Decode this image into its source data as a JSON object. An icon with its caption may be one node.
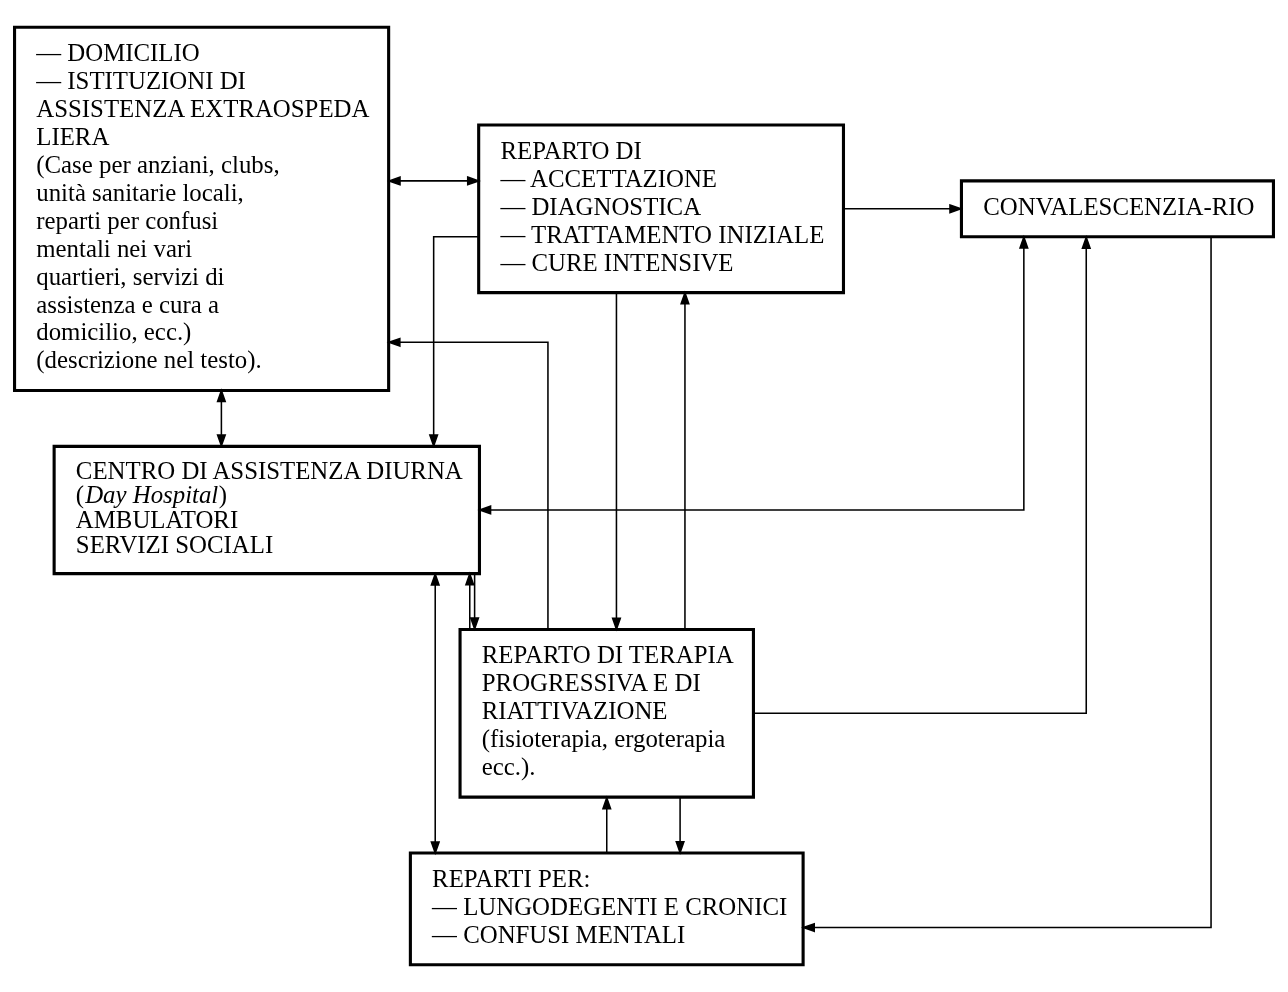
{
  "diagram": {
    "nodes": [
      {
        "text": [
          "— DOMICILIO",
          "— ISTITUZIONI DI ASSISTENZA EXTRAOSPEDA LIERA",
          "(Case per anziani, clubs, unità sanitarie locali, reparti per confusi mentali nei vari quartieri, servizi di assistenza e cura a domicilio, ecc.) (descrizione nel testo)."
        ]
      },
      {
        "text": [
          "REPARTO DI",
          "— ACCETTAZIONE",
          "— DIAGNOSTICA",
          "— TRATTAMENTO INIZIALE",
          "— CURE INTENSIVE"
        ]
      },
      {
        "text": [
          "CONVALESCENZIA-RIO"
        ]
      },
      {
        "text": [
          "REPARTI PER:",
          "— LUNGODEGENTI E CRONICI",
          "— CONFUSI MENTALI"
        ]
      },
      {
        "text": [
          "REPARTO DI TERAPIA PROGRESSIVA E DI RIATTIVAZIONE (fisioterapia, ergoterapia ecc.)."
        ]
      },
      {
        "text": [
          "CENTRO DI ASSISTENZA DIURNA",
          "(*Day Hospital*)",
          "AMBULATORI",
          "SERVIZI SOCIALI"
        ]
      }
    ],
    "edges": [
      {
        "from": 0,
        "to": 1,
        "arrow": "both"
      },
      {
        "from": 1,
        "to": 2,
        "arrow": "to"
      },
      {
        "from": 5,
        "to": 2,
        "arrow": "both"
      },
      {
        "from": 4,
        "to": 2,
        "arrow": "to"
      },
      {
        "from": 2,
        "to": 3,
        "arrow": "to"
      },
      {
        "from": 4,
        "to": 3,
        "arrow": "to"
      },
      {
        "from": 3,
        "to": 4,
        "arrow": "to"
      },
      {
        "from": 5,
        "to": 4,
        "arrow": "to"
      },
      {
        "from": 4,
        "to": 5,
        "arrow": "to"
      },
      {
        "from": 4,
        "to": 0,
        "arrow": "to"
      },
      {
        "from": 4,
        "to": 1,
        "arrow": "to"
      },
      {
        "from": 0,
        "to": 5,
        "arrow": "both"
      },
      {
        "from": 1,
        "to": 4,
        "arrow": "to"
      },
      {
        "from": 1,
        "to": 5,
        "arrow": "to"
      },
      {
        "from": 3,
        "to": 5,
        "arrow": "both"
      }
    ]
  }
}
